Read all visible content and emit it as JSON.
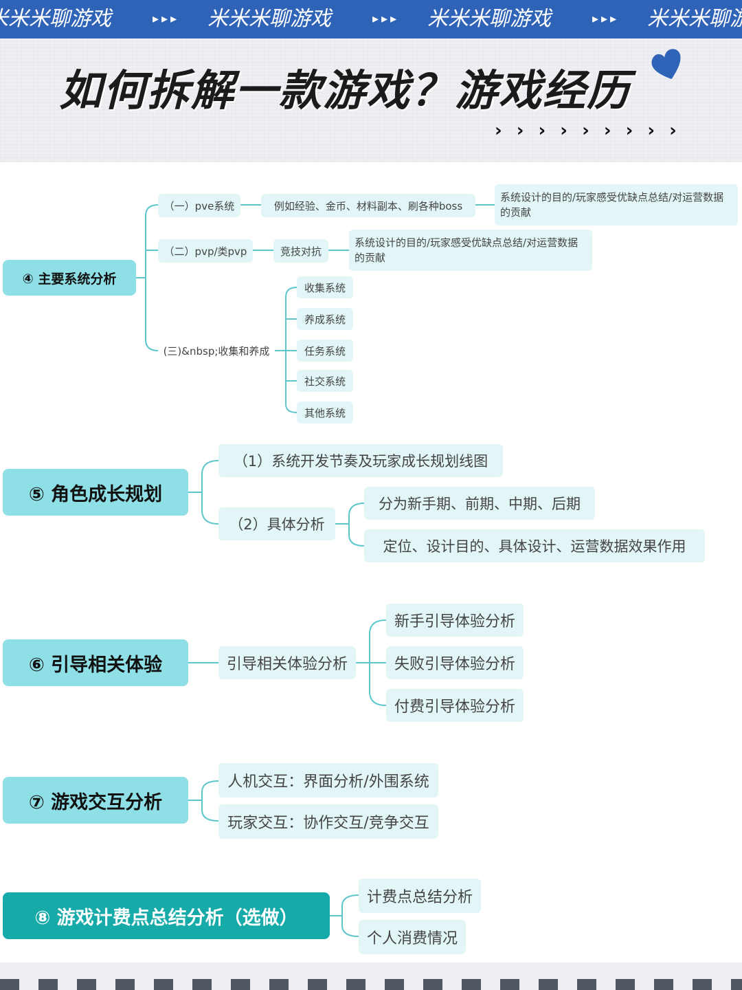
{
  "header": {
    "banner_items": [
      "米米米聊游戏",
      "米米米聊游戏",
      "米米米聊游戏",
      "米米米聊游戏"
    ],
    "banner_arrows": "▸▸▸",
    "title": "如何拆解一款游戏？游戏经历",
    "title_chevrons": "› › › › › › › › ›",
    "accent_color": "#2f63b8"
  },
  "sections": {
    "s4": {
      "root": "④ 主要系统分析",
      "pve": "（一）pve系统",
      "pve_detail": "例如经验、金币、材料副本、刷各种boss",
      "pve_goal": "系统设计的目的/玩家感受优缺点总结/对运营数据的贡献",
      "pvp": "（二）pvp/类pvp",
      "pvp_detail": "竞技对抗",
      "pvp_goal": "系统设计的目的/玩家感受优缺点总结/对运营数据的贡献",
      "collect": "(三)&nbsp;收集和养成",
      "collect_items": [
        "收集系统",
        "养成系统",
        "任务系统",
        "社交系统",
        "其他系统"
      ]
    },
    "s5": {
      "root": "⑤ 角色成长规划",
      "item1": "（1）系统开发节奏及玩家成长规划线图",
      "item2": "（2）具体分析",
      "item2_children": [
        "分为新手期、前期、中期、后期",
        "定位、设计目的、具体设计、运营数据效果作用"
      ]
    },
    "s6": {
      "root": "⑥ 引导相关体验",
      "mid": "引导相关体验分析",
      "children": [
        "新手引导体验分析",
        "失败引导体验分析",
        "付费引导体验分析"
      ]
    },
    "s7": {
      "root": "⑦ 游戏交互分析",
      "children": [
        "人机交互：界面分析/外围系统",
        "玩家交互：协作交互/竞争交互"
      ]
    },
    "s8": {
      "root": "⑧ 游戏计费点总结分析（选做）",
      "children": [
        "计费点总结分析",
        "个人消费情况"
      ]
    }
  },
  "colors": {
    "root_fill": "#8fdfe6",
    "root_teal": "#16aaa9",
    "node_fill": "#e3f6f7",
    "connector": "#5cc6cc"
  }
}
